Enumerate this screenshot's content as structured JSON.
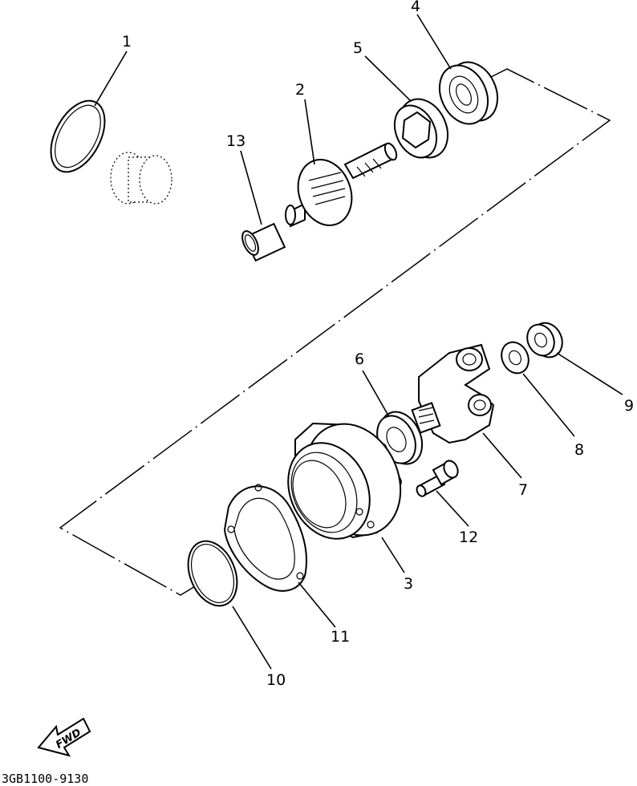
{
  "callouts": {
    "p1": "1",
    "p2": "2",
    "p3": "3",
    "p4": "4",
    "p5": "5",
    "p6": "6",
    "p7": "7",
    "p8": "8",
    "p9": "9",
    "p10": "10",
    "p11": "11",
    "p12": "12",
    "p13": "13"
  },
  "fwd_label": "FWD",
  "diagram_code": "3GB1100-9130"
}
